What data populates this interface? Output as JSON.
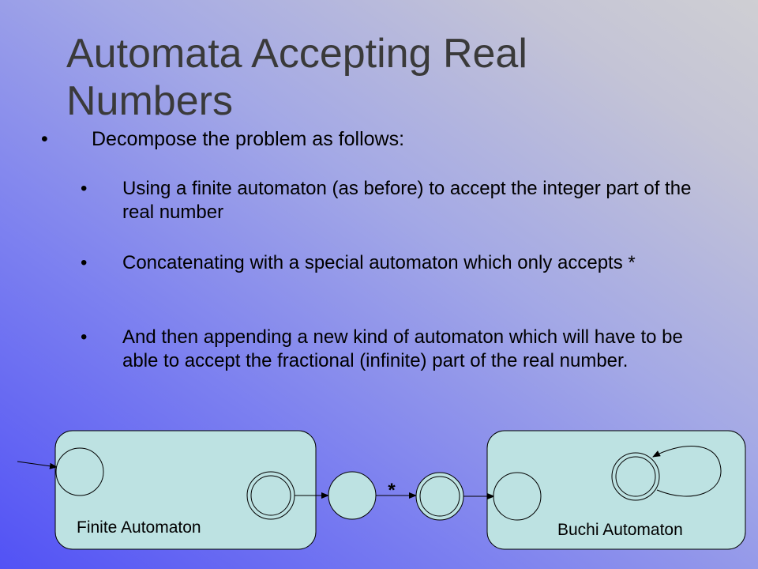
{
  "slide": {
    "title": "Automata Accepting Real Numbers"
  },
  "bullets": {
    "bullet_char": "•",
    "main": "Decompose the problem as follows:",
    "sub": [
      "Using a finite automaton (as before) to accept the integer part of the real number",
      "Concatenating with a special automaton which only accepts *",
      "And then appending a new kind of automaton which will have to be able to accept the fractional (infinite) part of the real number."
    ]
  },
  "diagram": {
    "finite_label": "Finite Automaton",
    "buchi_label": "Buchi Automaton",
    "transition_symbol": "*"
  },
  "colors": {
    "box_fill": "#bde2e2",
    "state_fill": "#bde2e2",
    "stroke": "#000000",
    "title_text": "#3a3a3a"
  }
}
